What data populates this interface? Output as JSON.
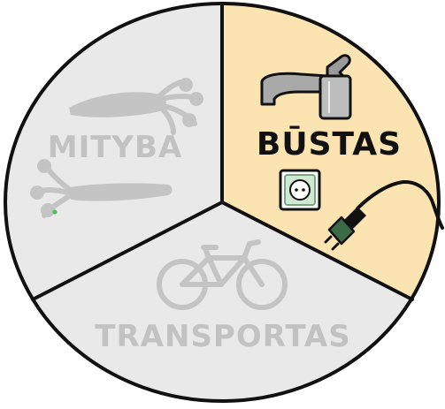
{
  "sections": [
    {
      "label": "MITYBA",
      "active": false,
      "fill": "#e9e9e9",
      "text_color": "#c2c2c2"
    },
    {
      "label": "BŪSTAS",
      "active": true,
      "fill": "#fce4b2",
      "text_color": "#111111"
    },
    {
      "label": "TRANSPORTAS",
      "active": false,
      "fill": "#e9e9e9",
      "text_color": "#c2c2c2"
    }
  ],
  "icons": {
    "mityba": [
      "carrot-icon",
      "carrot-icon"
    ],
    "bustas": [
      "faucet-icon",
      "power-socket-icon",
      "power-plug-icon"
    ],
    "transportas": [
      "bicycle-icon"
    ]
  },
  "colors": {
    "outline": "#111111",
    "active_fill": "#fce4b2",
    "inactive_fill": "#e9e9e9",
    "faded_icon": "#c4c4c4",
    "plug_green": "#3b6b45",
    "socket_green": "#cfe9d2"
  }
}
